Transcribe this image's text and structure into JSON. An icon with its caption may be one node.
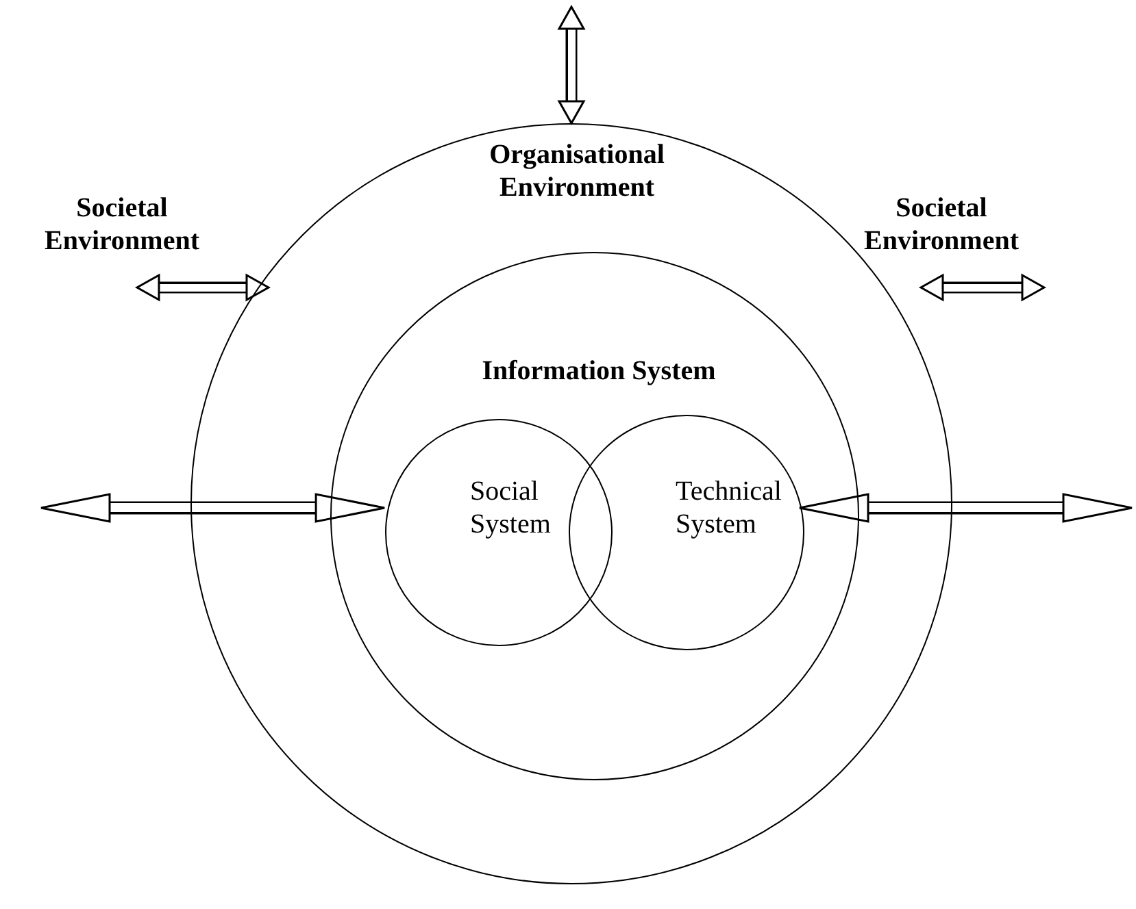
{
  "diagram": {
    "nodes": [
      {
        "text": [
          "Organisational Environment"
        ]
      },
      {
        "text": [
          "Information System"
        ],
        "in": 0
      },
      {
        "text": [
          "Social System"
        ],
        "in": 1
      },
      {
        "text": [
          "Technical System"
        ],
        "in": 1
      },
      {
        "text": [
          "Societal Environment"
        ]
      },
      {
        "text": [
          "Societal Environment"
        ]
      }
    ],
    "edges": [
      {
        "from": null,
        "to": 0,
        "arrow": "both"
      },
      {
        "from": 4,
        "to": 0,
        "arrow": "both"
      },
      {
        "from": 0,
        "to": 5,
        "arrow": "both"
      },
      {
        "from": null,
        "to": 2,
        "arrow": "both"
      },
      {
        "from": 3,
        "to": null,
        "arrow": "both"
      }
    ]
  }
}
